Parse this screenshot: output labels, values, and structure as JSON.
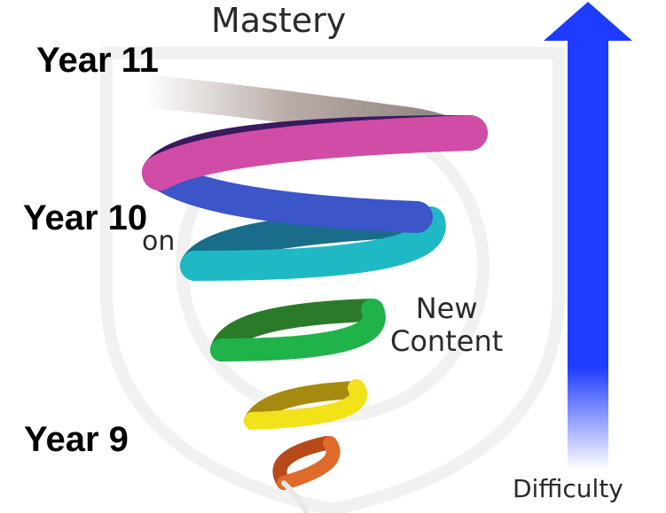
{
  "labels": {
    "mastery": "Mastery",
    "year_11": "Year 11",
    "year_10": "Year 10",
    "partial_on": "on",
    "new_content": "New\nContent",
    "year_9": "Year 9",
    "difficulty": "Difficulty"
  },
  "colors": {
    "arrow": "#1e3cff",
    "spiral": [
      "#e06a2a",
      "#f2e21a",
      "#8ec21e",
      "#1fb34a",
      "#1fb9c6",
      "#3c55c8",
      "#6a2a8c",
      "#d14ca7",
      "#c9c9c9"
    ]
  },
  "icons": {
    "background": "faint-crest-watermark",
    "arrow": "up-arrow-icon"
  }
}
